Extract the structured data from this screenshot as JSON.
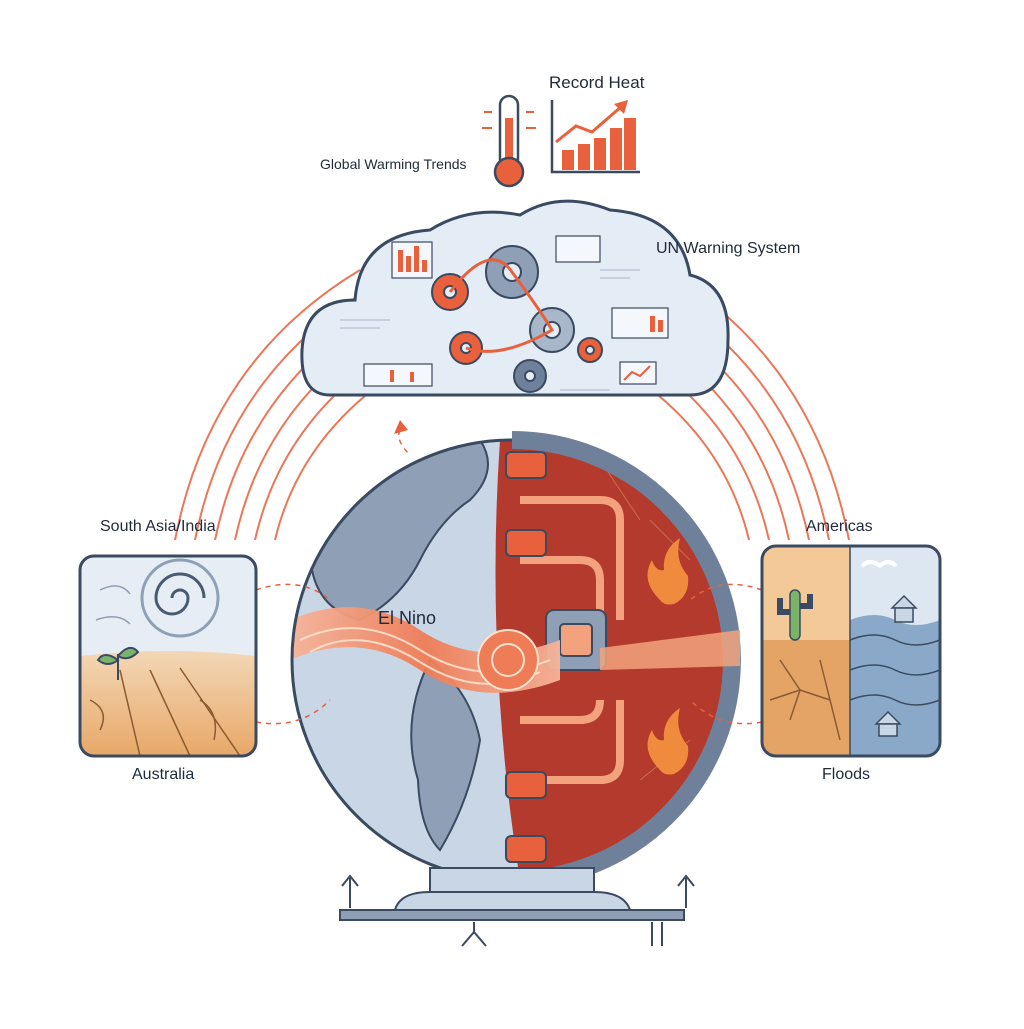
{
  "labels": {
    "record_heat": "Record Heat",
    "global_warming_trends": "Global Warming Trends",
    "un_warning_system": "UN Warning System",
    "south_asia_india": "South Asia/India",
    "americas": "Americas",
    "el_nino": "El Nino",
    "australia": "Australia",
    "floods": "Floods"
  },
  "icons": {
    "thermometer": "thermometer-icon",
    "rising_chart": "rising-bar-chart-icon",
    "gears": "gears-icon",
    "cyclone": "cyclone-icon",
    "sprout": "sprout-icon",
    "cactus": "cactus-icon",
    "house": "house-icon",
    "fire": "fire-icon",
    "stand": "globe-stand-icon"
  },
  "colors": {
    "accent": "#e8603c",
    "ocean": "#c9d6e6",
    "land": "#8e9fb6",
    "outline": "#3a4a60",
    "core": "#b33a2c",
    "dry": "#d98f50",
    "water": "#8aa9c8"
  }
}
